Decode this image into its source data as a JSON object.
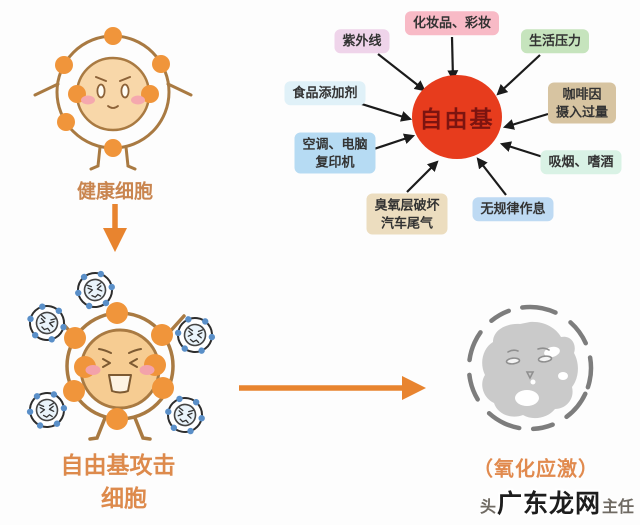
{
  "healthy_cell": {
    "label": "健康细胞"
  },
  "attacked_cell": {
    "label_line1": "自由基攻击",
    "label_line2": "细胞"
  },
  "hub": {
    "label": "自由基"
  },
  "factors": {
    "uv": {
      "label": "紫外线"
    },
    "cosmetics": {
      "label": "化妆品、彩妆"
    },
    "life_stress": {
      "label": "生活压力"
    },
    "food_additives": {
      "label": "食品添加剂"
    },
    "caffeine": {
      "line1": "咖啡因",
      "line2": "摄入过量"
    },
    "aircon_computer": {
      "line1": "空调、电脑",
      "line2": "复印机"
    },
    "smoking_alcohol": {
      "label": "吸烟、嗜酒"
    },
    "ozone_exhaust": {
      "line1": "臭氧层破坏",
      "line2": "汽车尾气"
    },
    "irregular_routine": {
      "label": "无规律作息"
    }
  },
  "result_cell": {
    "label": "（氧化应激）"
  },
  "watermark": {
    "left_fragment": "头",
    "main": "广东龙网",
    "right_fragment": "主任"
  },
  "palette": {
    "hub_fill": "#e73c1d",
    "hub_text": "#7c1410",
    "arrow_orange": "#e8842f",
    "arrow_black": "#1b1b1b",
    "cell_outline": "#a97a42",
    "cell_dot": "#f0953b",
    "uv_bg": "#efd4ea",
    "cosmetics_bg": "#f8bac6",
    "life_stress_bg": "#c6e4bd",
    "food_additives_bg": "#e0f1f8",
    "caffeine_bg": "#d7c4a1",
    "aircon_bg": "#b6dbf3",
    "smoking_bg": "#d9f2e5",
    "ozone_bg": "#ecddbf",
    "irregular_bg": "#bedaf3",
    "caption_orange": "#dd8a4c",
    "damaged_gray": "#cacaca",
    "radical_dot_blue": "#5a8fc8"
  }
}
